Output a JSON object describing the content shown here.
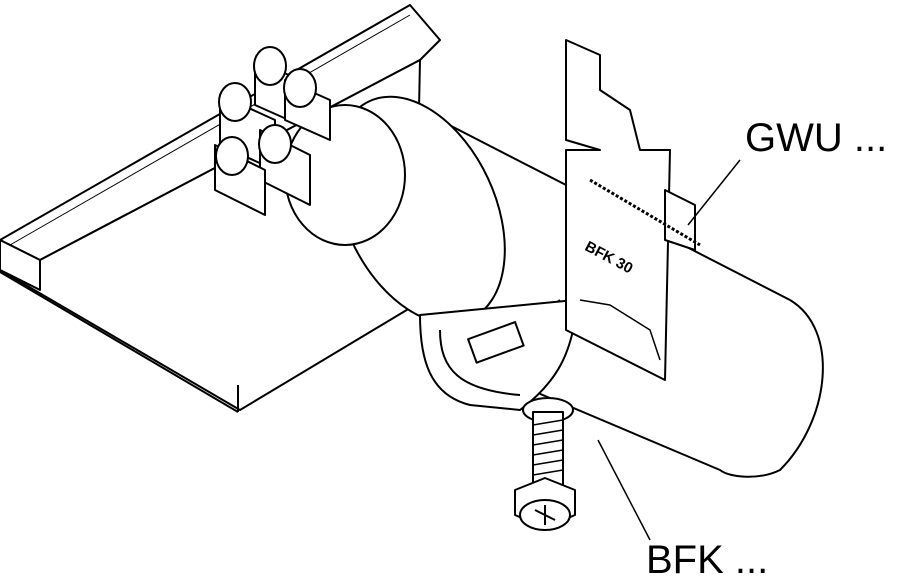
{
  "labels": {
    "top_right": "GWU ...",
    "bottom": "BFK ...",
    "plate_marking": "BFK 30"
  },
  "colors": {
    "line": "#000000",
    "background": "#ffffff"
  }
}
